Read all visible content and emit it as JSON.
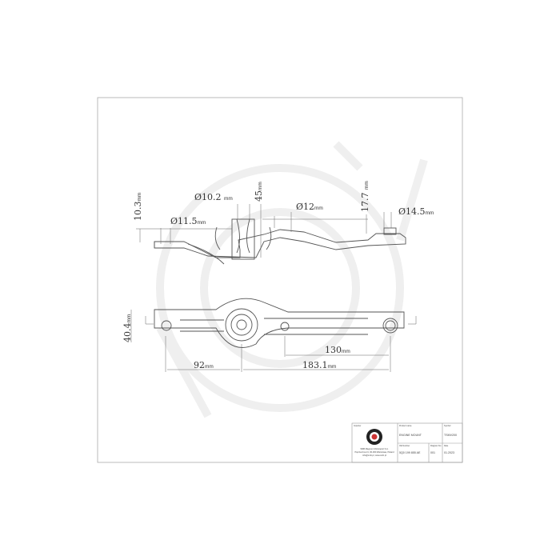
{
  "drawing": {
    "side_view": {
      "dimensions": [
        {
          "value": "Ø10.2",
          "unit": "mm"
        },
        {
          "value": "45",
          "unit": "mm"
        },
        {
          "value": "Ø12",
          "unit": "mm"
        },
        {
          "value": "17.7",
          "unit": "mm"
        },
        {
          "value": "Ø14.5",
          "unit": "mm"
        },
        {
          "value": "10.3",
          "unit": "mm"
        },
        {
          "value": "Ø11.5",
          "unit": "mm"
        }
      ]
    },
    "top_view": {
      "dimensions": [
        {
          "value": "40.4",
          "unit": "mm"
        },
        {
          "value": "130",
          "unit": "mm"
        },
        {
          "value": "92",
          "unit": "mm"
        },
        {
          "value": "183.1",
          "unit": "mm"
        }
      ]
    }
  },
  "title_block": {
    "importer_label": "Importer",
    "company_lines": [
      "SMB Magnum Motorsport S.A.",
      "Poprzeczna 21, 00-000 Warszawa, Poland",
      "info@smb.pl, www.smb.pl"
    ],
    "product_name_label": "Product name",
    "product_name": "ENGINE MOUNT",
    "symbol_label": "Symbol",
    "symbol": "TSMV200",
    "oe_number_label": "OE Number",
    "oe_number": "5Q0 199 855 AE",
    "diagram_no_label": "Diagram No",
    "diagram_no": "001",
    "date_label": "Date",
    "date": "01.2023"
  },
  "colors": {
    "line": "#555555",
    "frame": "#999999",
    "watermark": "#eeeeee"
  }
}
